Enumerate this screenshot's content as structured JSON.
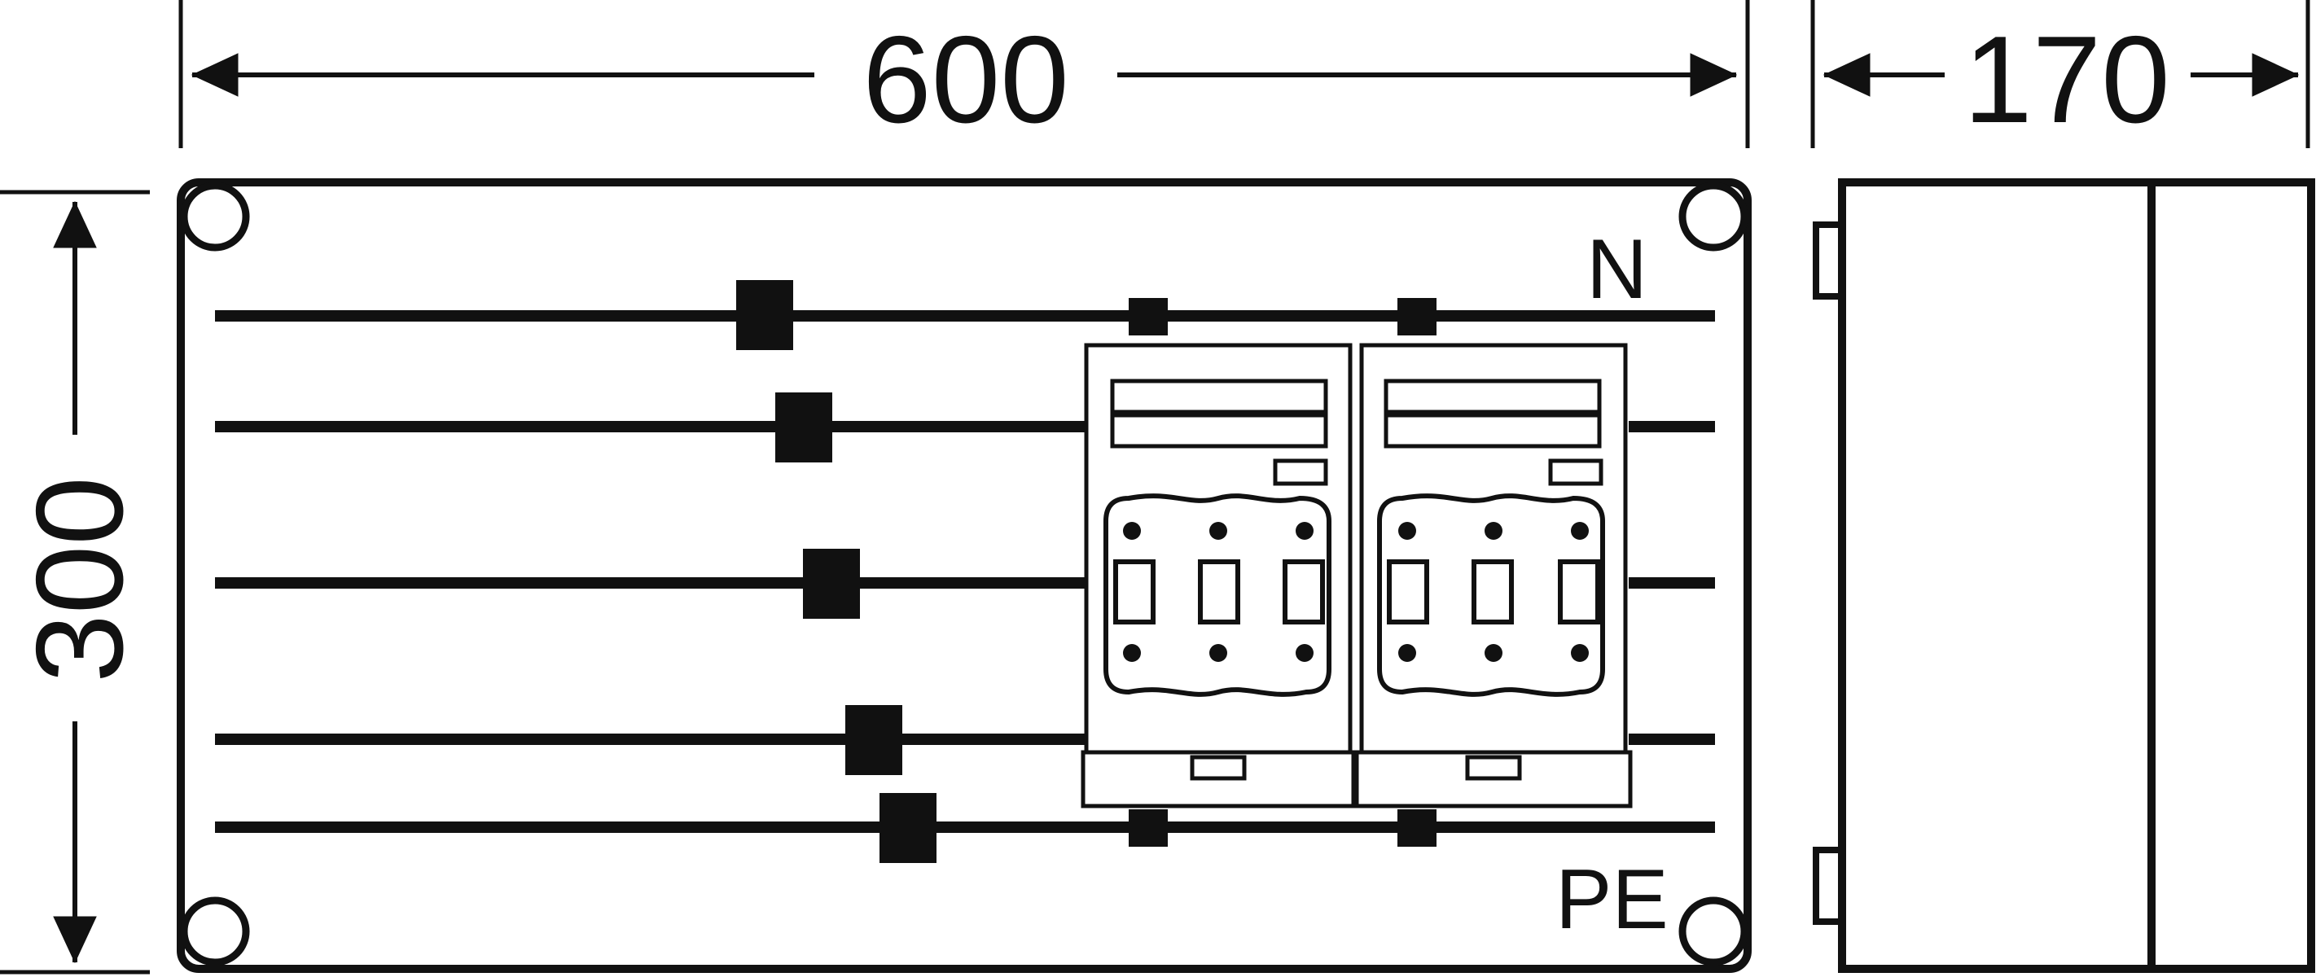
{
  "dimensions": {
    "width": "600",
    "depth": "170",
    "height": "300"
  },
  "labels": {
    "neutral": "N",
    "protective_earth": "PE"
  },
  "colors": {
    "line": "#111111",
    "background": "#ffffff"
  }
}
